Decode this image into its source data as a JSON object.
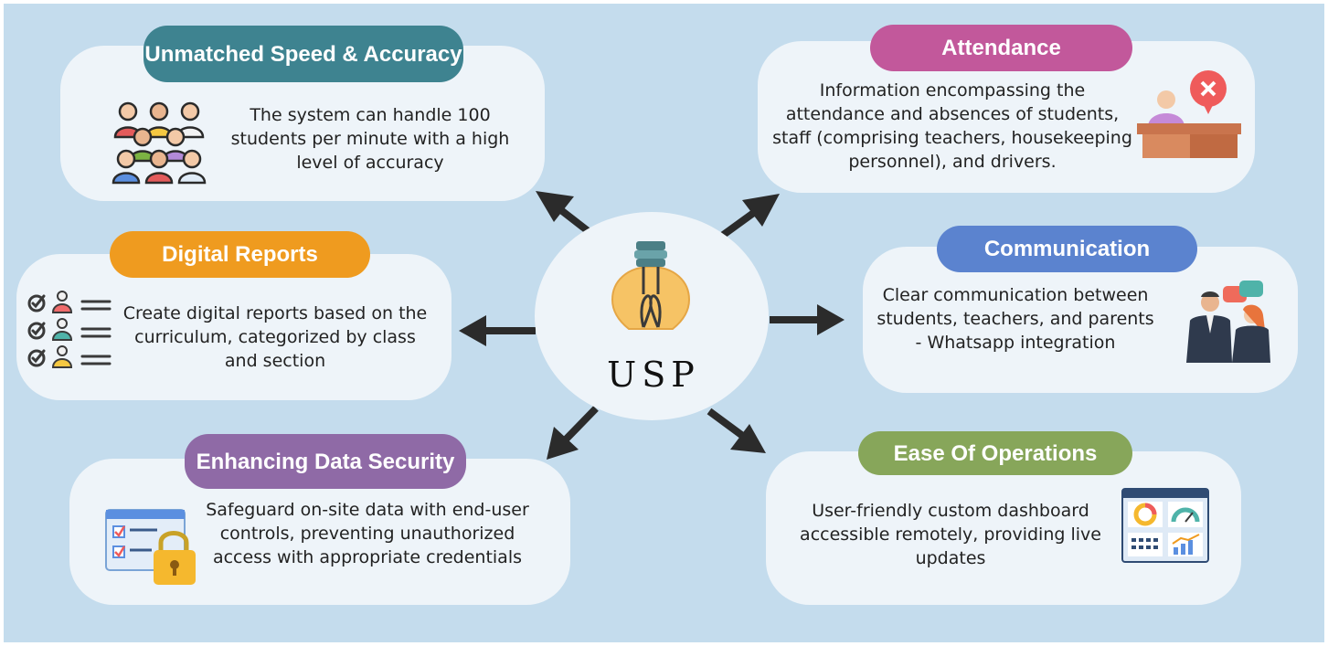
{
  "center": {
    "label": "USP",
    "icon": "light-bulb-icon"
  },
  "features": {
    "speed": {
      "title": "Unmatched Speed & Accuracy",
      "text": "The system can handle 100 students per minute with a high level of accuracy",
      "color": "#3e8390",
      "icon": "students-group-icon"
    },
    "attendance": {
      "title": "Attendance",
      "text": "Information encompassing the attendance and absences of students, staff (comprising teachers, housekeeping personnel), and drivers.",
      "color": "#c2589b",
      "icon": "absent-teacher-icon"
    },
    "reports": {
      "title": "Digital Reports",
      "text": "Create  digital reports based on the curriculum, categorized by class and section",
      "color": "#ef9b1f",
      "icon": "checklist-people-icon"
    },
    "communication": {
      "title": "Communication",
      "text": "Clear communication between students, teachers, and parents - Whatsapp integration",
      "color": "#5b83cf",
      "icon": "conversation-icon"
    },
    "security": {
      "title": "Enhancing Data Security",
      "text": "Safeguard on-site data with end-user controls, preventing unauthorized access with appropriate credentials",
      "color": "#8f6aa6",
      "icon": "secure-checklist-lock-icon"
    },
    "operations": {
      "title": "Ease Of Operations",
      "text": "User-friendly custom dashboard accessible remotely, providing live updates",
      "color": "#87a65a",
      "icon": "dashboard-icon"
    }
  }
}
